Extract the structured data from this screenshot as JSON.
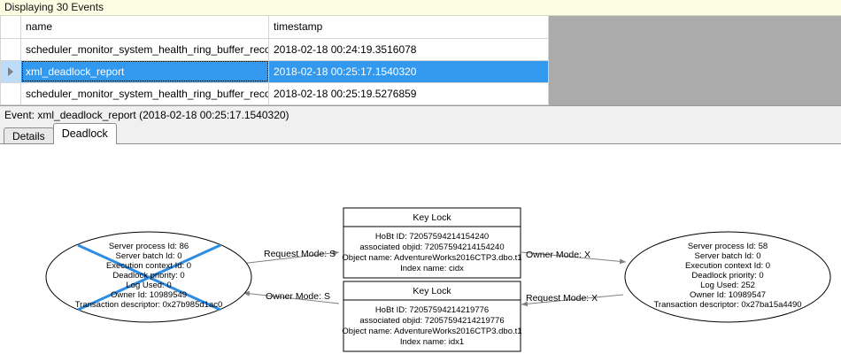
{
  "banner": {
    "text": "Displaying 30 Events"
  },
  "grid": {
    "columns": [
      "",
      "name",
      "timestamp"
    ],
    "rows": [
      {
        "marker": "",
        "name": "scheduler_monitor_system_health_ring_buffer_recorded",
        "timestamp": "2018-02-18 00:24:19.3516078",
        "selected": false
      },
      {
        "marker": "play-triangle-icon",
        "name": "xml_deadlock_report",
        "timestamp": "2018-02-18 00:25:17.1540320",
        "selected": true
      },
      {
        "marker": "",
        "name": "scheduler_monitor_system_health_ring_buffer_recorded",
        "timestamp": "2018-02-18 00:25:19.5276859",
        "selected": false
      }
    ]
  },
  "event_line": {
    "text": "Event: xml_deadlock_report (2018-02-18 00:25:17.1540320)"
  },
  "tabs": [
    {
      "label": "Details",
      "active": false
    },
    {
      "label": "Deadlock",
      "active": true
    }
  ],
  "colors": {
    "banner_bg": "#fdfde4",
    "selection_blue": "#3399ef",
    "grid_empty_gray": "#ababab",
    "victim_cross": "#2e8de0"
  },
  "graph": {
    "process_left": {
      "is_victim": true,
      "lines": [
        "Server process Id: 86",
        "Server batch Id: 0",
        "Execution context Id: 0",
        "Deadlock priority: 0",
        "Log Used: 0",
        "Owner Id: 10989549",
        "Transaction descriptor: 0x27b985d1ac0"
      ]
    },
    "process_right": {
      "is_victim": false,
      "lines": [
        "Server process Id: 58",
        "Server batch Id: 0",
        "Execution context Id: 0",
        "Deadlock priority: 0",
        "Log Used: 252",
        "Owner Id: 10989547",
        "Transaction descriptor: 0x27ba15a4490"
      ]
    },
    "resource_top": {
      "title": "Key Lock",
      "lines": [
        "HoBt ID: 72057594214154240",
        "associated objid: 72057594214154240",
        "Object name: AdventureWorks2016CTP3.dbo.t1",
        "Index name: cidx"
      ]
    },
    "resource_bottom": {
      "title": "Key Lock",
      "lines": [
        "HoBt ID: 72057594214219776",
        "associated objid: 72057594214219776",
        "Object name: AdventureWorks2016CTP3.dbo.t1",
        "Index name: idx1"
      ]
    },
    "edges": [
      {
        "id": "left-request-top",
        "label": "Request Mode: S"
      },
      {
        "id": "top-owner-right",
        "label": "Owner Mode: X"
      },
      {
        "id": "bottom-owner-left",
        "label": "Owner Mode: S"
      },
      {
        "id": "right-request-bottom",
        "label": "Request Mode: X"
      }
    ]
  }
}
